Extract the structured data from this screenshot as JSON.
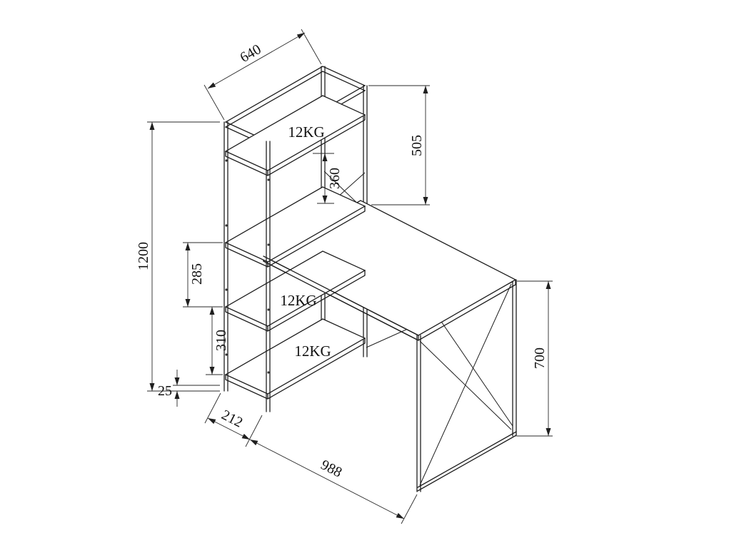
{
  "drawing": {
    "background": "#ffffff",
    "line_color": "#1f1f1f",
    "dimension_color": "#2a2a2a",
    "labels": {
      "top_shelf_load": "12KG",
      "middle_shelf_load": "12KG",
      "bottom_shelf_load": "12KG"
    },
    "dimensions": {
      "top_shelf_width": "640",
      "hutch_frame_height": "505",
      "desk_to_shelf_clearance": "360",
      "overall_height": "1200",
      "upper_shelf_spacing": "285",
      "lower_shelf_spacing": "310",
      "foot_height": "25",
      "tower_width": "212",
      "desktop_width": "988",
      "desk_height": "700"
    }
  }
}
